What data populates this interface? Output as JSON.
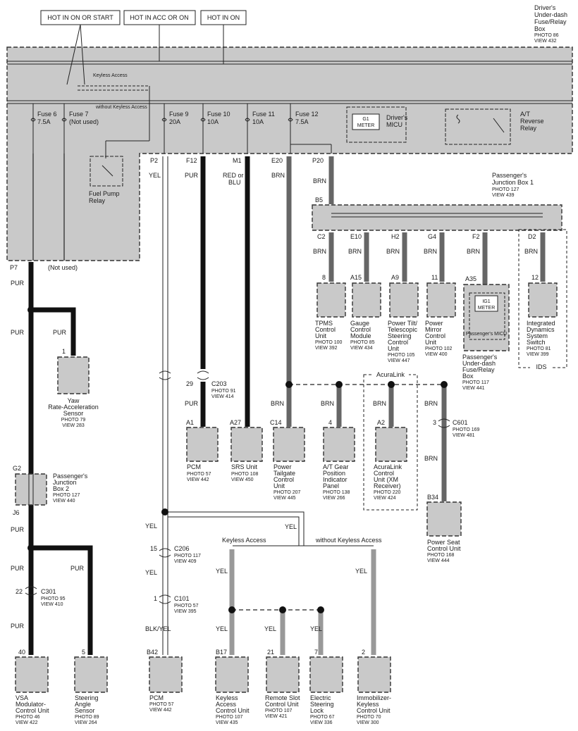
{
  "header": {
    "hot_on_start": "HOT IN ON OR START",
    "hot_acc_on": "HOT IN ACC OR ON",
    "hot_on": "HOT IN ON"
  },
  "fuse_box": {
    "name_lines": [
      "Driver's",
      "Under-dash",
      "Fuse/Relay",
      "Box"
    ],
    "photo": "PHOTO 86",
    "view": "VIEW 432",
    "keyless_access": "Keyless Access",
    "without_keyless": "without Keyless Access",
    "fuses": [
      {
        "name": "Fuse 6",
        "rating": "7.5A"
      },
      {
        "name": "Fuse 7",
        "rating": "(Not used)"
      },
      {
        "name": "Fuse 9",
        "rating": "20A"
      },
      {
        "name": "Fuse 10",
        "rating": "10A"
      },
      {
        "name": "Fuse 11",
        "rating": "10A"
      },
      {
        "name": "Fuse 12",
        "rating": "7.5A"
      }
    ],
    "meter_label": "G1 METER",
    "drivers_micu": "Driver's MICU",
    "at_relay": "A/T Reverse Relay",
    "fuel_pump_relay": "Fuel Pump Relay",
    "terminals": {
      "p2": "P2",
      "f12": "F12",
      "m1": "M1",
      "e20": "E20",
      "p20": "P20",
      "p7": "P7"
    },
    "not_used": "(Not used)"
  },
  "wires": {
    "yel": "YEL",
    "pur": "PUR",
    "red_blu": "RED or BLU",
    "brn": "BRN",
    "blk_yel": "BLK/YEL"
  },
  "pjb1": {
    "name_lines": [
      "Passenger's",
      "Junction Box 1"
    ],
    "photo": "PHOTO 127",
    "view": "VIEW 439",
    "b5": "B5",
    "terms": [
      "C2",
      "E10",
      "H2",
      "G4",
      "F2",
      "D2"
    ]
  },
  "pjb1_outputs": [
    {
      "pin": "8",
      "lines": [
        "TPMS",
        "Control",
        "Unit"
      ],
      "photo": "PHOTO 100",
      "view": "VIEW 392"
    },
    {
      "pin": "A15",
      "lines": [
        "Gauge",
        "Control",
        "Module"
      ],
      "photo": "PHOTO 85",
      "view": "VIEW 434"
    },
    {
      "pin": "A9",
      "lines": [
        "Power Tilt/",
        "Telescopic",
        "Steering",
        "Control",
        "Unit"
      ],
      "photo": "PHOTO 105",
      "view": "VIEW 447"
    },
    {
      "pin": "11",
      "lines": [
        "Power",
        "Mirror",
        "Control",
        "Unit"
      ],
      "photo": "PHOTO 102",
      "view": "VIEW 400"
    },
    {
      "pin": "A35",
      "lines": [
        "Passenger's",
        "Under-dash",
        "Fuse/Relay",
        "Box"
      ],
      "photo": "PHOTO 117",
      "view": "VIEW 441"
    },
    {
      "pin": "12",
      "lines": [
        "Integrated",
        "Dynamics",
        "System",
        "Switch"
      ],
      "photo": "PHOTO 81",
      "view": "VIEW 399"
    }
  ],
  "pass_micu": {
    "meter": "IG1 METER",
    "name": "Passenger's MICU"
  },
  "ids": "IDS",
  "acuralink": "AcuraLink",
  "yaw": {
    "pin": "1",
    "lines": [
      "Yaw",
      "Rate-Acceleration",
      "Sensor"
    ],
    "photo": "PHOTO 79",
    "view": "VIEW 283"
  },
  "pjb2": {
    "top": "G2",
    "bottom": "J6",
    "lines": [
      "Passenger's",
      "Junction",
      "Box 2"
    ],
    "photo": "PHOTO 127",
    "view": "VIEW 440"
  },
  "c203": {
    "pin": "29",
    "name": "C203",
    "photo": "PHOTO 91",
    "view": "VIEW 414"
  },
  "c206": {
    "pin": "15",
    "name": "C206",
    "photo": "PHOTO 117",
    "view": "VIEW 409"
  },
  "c101": {
    "pin": "1",
    "name": "C101",
    "photo": "PHOTO 57",
    "view": "VIEW 395"
  },
  "c301": {
    "pin": "22",
    "name": "C301",
    "photo": "PHOTO 95",
    "view": "VIEW 410"
  },
  "c601": {
    "pin": "3",
    "name": "C601",
    "photo": "PHOTO 169",
    "view": "VIEW 481"
  },
  "mid_units": [
    {
      "pin": "A1",
      "lines": [
        "PCM"
      ],
      "photo": "PHOTO 57",
      "view": "VIEW 442"
    },
    {
      "pin": "A27",
      "lines": [
        "SRS Unit"
      ],
      "photo": "PHOTO 108",
      "view": "VIEW 450"
    },
    {
      "pin": "C14",
      "lines": [
        "Power",
        "Tailgate",
        "Control",
        "Unit"
      ],
      "photo": "PHOTO 207",
      "view": "VIEW 445"
    },
    {
      "pin": "4",
      "lines": [
        "A/T Gear",
        "Position",
        "Indicator",
        "Panel"
      ],
      "photo": "PHOTO 138",
      "view": "VIEW 266"
    },
    {
      "pin": "A2",
      "lines": [
        "AcuraLink",
        "Control",
        "Unit (XM",
        "Receiver)"
      ],
      "photo": "PHOTO 220",
      "view": "VIEW 424"
    }
  ],
  "power_seat": {
    "pin": "B34",
    "lines": [
      "Power Seat",
      "Control Unit"
    ],
    "photo": "PHOTO 168",
    "view": "VIEW 444"
  },
  "keyless_branch": {
    "with": "Keyless Access",
    "without": "without Keyless Access"
  },
  "bottom_units": [
    {
      "pin": "40",
      "lines": [
        "VSA",
        "Modulator-",
        "Control Unit"
      ],
      "photo": "PHOTO 46",
      "view": "VIEW 422"
    },
    {
      "pin": "5",
      "lines": [
        "Steering",
        "Angle",
        "Sensor"
      ],
      "photo": "PHOTO 89",
      "view": "VIEW 264"
    },
    {
      "pin": "B42",
      "lines": [
        "PCM"
      ],
      "photo": "PHOTO 57",
      "view": "VIEW 442"
    },
    {
      "pin": "B17",
      "lines": [
        "Keyless",
        "Access",
        "Control Unit"
      ],
      "photo": "PHOTO 107",
      "view": "VIEW 435"
    },
    {
      "pin": "21",
      "lines": [
        "Remote Slot",
        "Control Unit"
      ],
      "photo": "PHOTO 107",
      "view": "VIEW 421"
    },
    {
      "pin": "7",
      "lines": [
        "Electric",
        "Steering",
        "Lock"
      ],
      "photo": "PHOTO 67",
      "view": "VIEW 336"
    },
    {
      "pin": "2",
      "lines": [
        "Immobilizer-",
        "Keyless",
        "Control Unit"
      ],
      "photo": "PHOTO 70",
      "view": "VIEW 300"
    }
  ]
}
